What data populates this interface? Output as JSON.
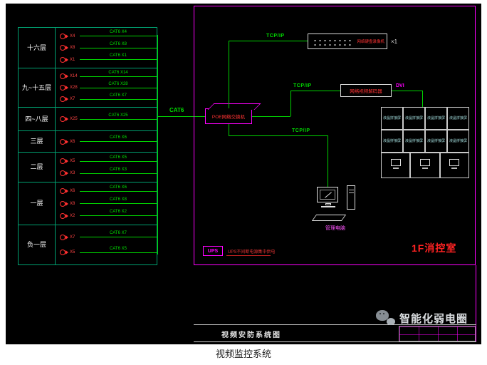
{
  "caption": "视频监控系统",
  "footer": {
    "title": "视频安防系统图"
  },
  "brand": {
    "text": "智能化弱电圈"
  },
  "zone": {
    "room": "1F消控室"
  },
  "trunk": {
    "label": "CAT6"
  },
  "colors": {
    "background": "#000000",
    "magenta": "#ff00ff",
    "wire_green": "#00d400",
    "device_red": "#ff3333",
    "grid_green": "#00a070",
    "white": "#ffffff"
  },
  "floors": [
    {
      "label": "十六层",
      "cameras": [
        {
          "qty": "X4",
          "cable": "CAT6 X4"
        },
        {
          "qty": "X8",
          "cable": "CAT6 X8"
        },
        {
          "qty": "X1",
          "cable": "CAT6 X1"
        }
      ]
    },
    {
      "label": "九~十五层",
      "cameras": [
        {
          "qty": "X14",
          "cable": "CAT6 X14"
        },
        {
          "qty": "X28",
          "cable": "CAT6 X28"
        },
        {
          "qty": "X7",
          "cable": "CAT6 X7"
        }
      ]
    },
    {
      "label": "四~八层",
      "cameras": [
        {
          "qty": "X25",
          "cable": "CAT6 X25"
        }
      ]
    },
    {
      "label": "三层",
      "cameras": [
        {
          "qty": "X6",
          "cable": "CAT6 X6"
        }
      ]
    },
    {
      "label": "二层",
      "cameras": [
        {
          "qty": "X5",
          "cable": "CAT6 X5"
        },
        {
          "qty": "X3",
          "cable": "CAT6 X3"
        }
      ]
    },
    {
      "label": "一层",
      "cameras": [
        {
          "qty": "X6",
          "cable": "CAT6 X6"
        },
        {
          "qty": "X8",
          "cable": "CAT6 X8"
        },
        {
          "qty": "X2",
          "cable": "CAT6 X2"
        }
      ]
    },
    {
      "label": "负一层",
      "cameras": [
        {
          "qty": "X7",
          "cable": "CAT6 X7"
        },
        {
          "qty": "X5",
          "cable": "CAT6 X5"
        }
      ]
    }
  ],
  "devices": {
    "switch": {
      "label": "POE网络交换机"
    },
    "nvr": {
      "label": "网络硬盘录像机",
      "qty": "×1",
      "link": "TCP/IP"
    },
    "decoder": {
      "label": "网络视频解码器",
      "link": "TCP/IP",
      "out": "DVI"
    },
    "pc": {
      "label": "管理电脑",
      "link": "TCP/IP"
    },
    "ups": {
      "label": "UPS",
      "note": "UPS不间断电源集中供电"
    },
    "tvwall": {
      "cell": "液晶拼接屏"
    }
  }
}
